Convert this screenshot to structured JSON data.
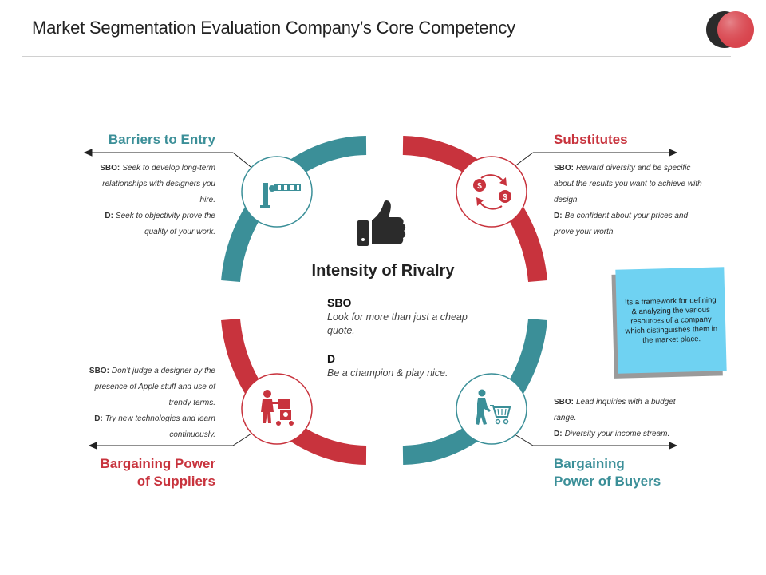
{
  "title": "Market Segmentation Evaluation Company’s Core Competency",
  "colors": {
    "teal": "#3b8f98",
    "red": "#c8333d",
    "note": "#6fd2f2"
  },
  "center": {
    "title": "Intensity of Rivalry",
    "icon": "thumbs-up-icon",
    "sbo_heading": "SBO",
    "sbo_text": "Look for  more than just  a cheap quote.",
    "d_heading": "D",
    "d_text": "Be a champion & play nice."
  },
  "quadrants": {
    "barriers": {
      "title": "Barriers to Entry",
      "icon": "barrier-gate-icon",
      "sbo_label": "SBO:",
      "sbo_text": "Seek to develop long-term relationships with designers you hire.",
      "d_label": "D:",
      "d_text": "Seek to objectivity prove the quality of your work."
    },
    "substitutes": {
      "title": "Substitutes",
      "icon": "currency-exchange-icon",
      "sbo_label": "SBO:",
      "sbo_text": "Reward diversity and be specific about the results you want to achieve with design.",
      "d_label": "D:",
      "d_text": "Be confident about your prices and prove your worth."
    },
    "suppliers": {
      "title_line1": "Bargaining Power",
      "title_line2": "of Suppliers",
      "icon": "supplier-delivery-icon",
      "sbo_label": "SBO:",
      "sbo_text": "Don’t judge a designer by the presence of Apple stuff and use of trendy terms.",
      "d_label": "D:",
      "d_text": "Try new technologies and learn continuously."
    },
    "buyers": {
      "title_line1": "Bargaining",
      "title_line2": "Power of Buyers",
      "icon": "shopping-cart-icon",
      "sbo_label": "SBO:",
      "sbo_text": "Lead inquiries with a budget range.",
      "d_label": "D:",
      "d_text": "Diversity your income stream."
    }
  },
  "note": {
    "text": "Its a framework for defining & analyzing the various resources of a company which distinguishes them in the market place."
  }
}
